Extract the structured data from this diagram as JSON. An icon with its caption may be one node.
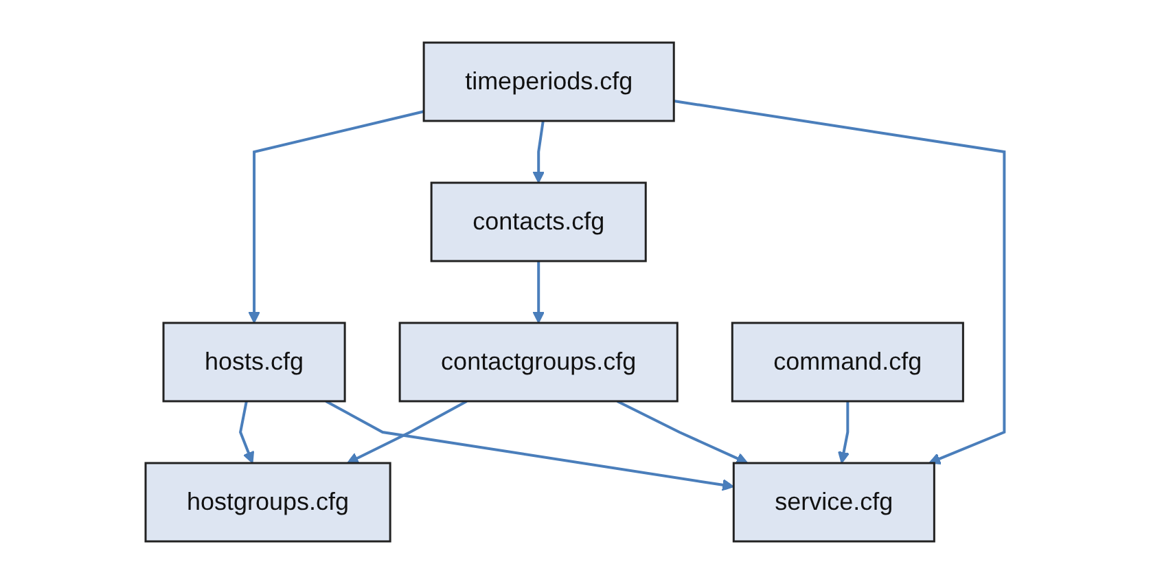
{
  "diagram": {
    "nodes": [
      {
        "text": [
          "hosts.cfg"
        ]
      },
      {
        "text": [
          "contacts.cfg"
        ]
      },
      {
        "text": [
          "timeperiods.cfg"
        ]
      },
      {
        "text": [
          "hostgroups.cfg"
        ]
      },
      {
        "text": [
          "contactgroups.cfg"
        ]
      },
      {
        "text": [
          "service.cfg"
        ]
      },
      {
        "text": [
          "command.cfg"
        ]
      }
    ],
    "edges": [
      {
        "from": 2,
        "to": 0,
        "arrow": "to"
      },
      {
        "from": 2,
        "to": 1,
        "arrow": "to"
      },
      {
        "from": 0,
        "to": 3,
        "arrow": "to"
      },
      {
        "from": 1,
        "to": 4,
        "arrow": "to"
      },
      {
        "from": 4,
        "to": 3,
        "arrow": "to"
      },
      {
        "from": 4,
        "to": 5,
        "arrow": "to"
      },
      {
        "from": 0,
        "to": 5,
        "arrow": "to"
      },
      {
        "from": 2,
        "to": 5,
        "arrow": "to"
      },
      {
        "from": 6,
        "to": 5,
        "arrow": "to"
      }
    ]
  }
}
